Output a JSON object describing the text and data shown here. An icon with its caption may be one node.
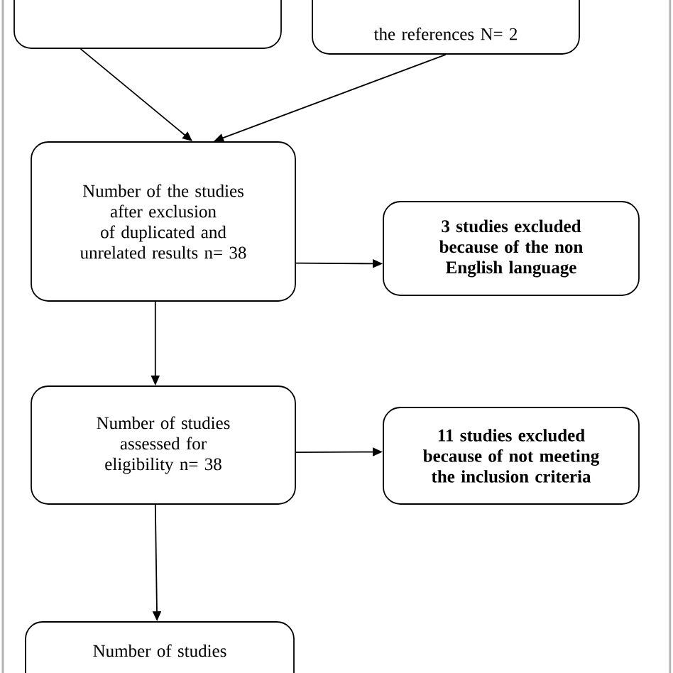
{
  "diagram": {
    "nodes": [
      {
        "text": [],
        "shape": "box"
      },
      {
        "text": [
          "the references N= 2"
        ]
      },
      {
        "text": [
          "Number of the studies after exclusion of duplicated and unrelated results n= 38"
        ]
      },
      {
        "text": [
          "**3 studies excluded because of the non English language**"
        ]
      },
      {
        "text": [
          "Number of studies assessed for eligibility n= 38"
        ]
      },
      {
        "text": [
          "**11 studies excluded because of not meeting the inclusion criteria**"
        ]
      },
      {
        "text": [
          "Number of studies"
        ]
      }
    ],
    "edges": [
      {
        "from": 0,
        "to": 2,
        "arrow": "to"
      },
      {
        "from": 1,
        "to": 2,
        "arrow": "to"
      },
      {
        "from": 2,
        "to": 3,
        "arrow": "to"
      },
      {
        "from": 2,
        "to": 4,
        "arrow": "to"
      },
      {
        "from": 4,
        "to": 5,
        "arrow": "to"
      },
      {
        "from": 4,
        "to": 6,
        "arrow": "to"
      }
    ]
  }
}
